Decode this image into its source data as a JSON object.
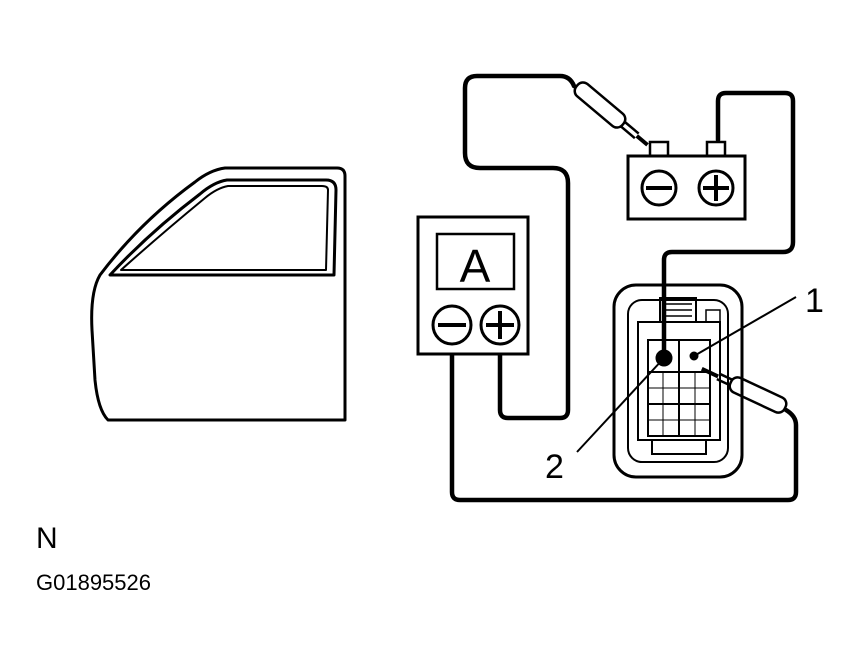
{
  "diagram": {
    "ammeter_symbol": "A",
    "callout_1": "1",
    "callout_2": "2",
    "view_code": "N",
    "figure_id": "G01895526",
    "line_color": "#000000",
    "background_color": "#ffffff",
    "parts": {
      "door": "door-panel",
      "ammeter": "ammeter",
      "battery": "battery",
      "switch": "switch-connector"
    }
  }
}
